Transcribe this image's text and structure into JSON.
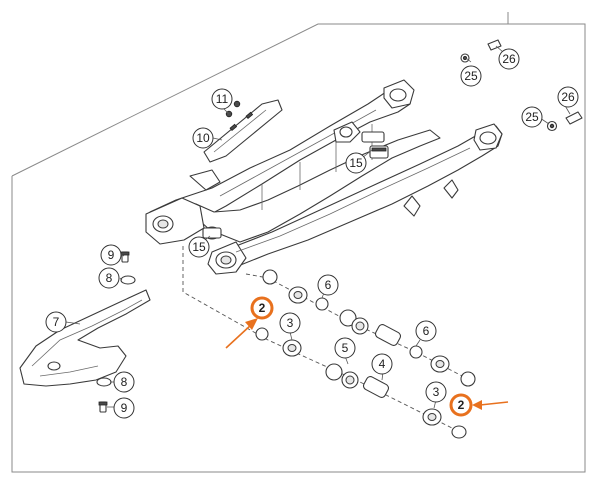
{
  "diagram": {
    "highlight_color": "#e8711e",
    "labels": {
      "c25a": "25",
      "c26a": "26",
      "c25b": "25",
      "c26b": "26",
      "c11": "11",
      "c10": "10",
      "c15a": "15",
      "c15b": "15",
      "c9a": "9",
      "c8a": "8",
      "c7": "7",
      "c8b": "8",
      "c9b": "9",
      "c6a": "6",
      "c2a": "2",
      "c3a": "3",
      "c5": "5",
      "c4": "4",
      "c6b": "6",
      "c3b": "3",
      "c2b": "2"
    }
  }
}
